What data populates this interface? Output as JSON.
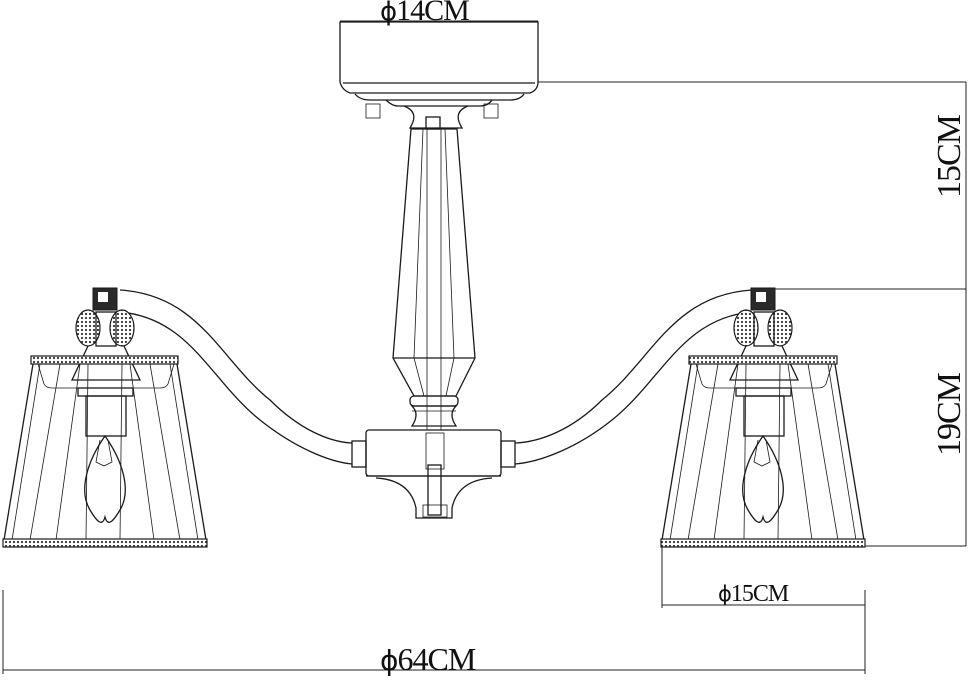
{
  "diagram": {
    "subject": "Three-arm chandelier technical drawing",
    "stroke_color": "#1a1a1a",
    "background_color": "#ffffff",
    "dimensions": {
      "canopy_diameter": {
        "symbol": "ϕ",
        "value": "14CM"
      },
      "canopy_to_arm_height": {
        "value": "15CM"
      },
      "arm_to_shade_bottom_height": {
        "value": "19CM"
      },
      "shade_diameter": {
        "symbol": "ϕ",
        "value": "15CM"
      },
      "overall_diameter": {
        "symbol": "ϕ",
        "value": "64CM"
      }
    },
    "components": [
      "ceiling-canopy",
      "central-stem",
      "hub",
      "curved-arm-left",
      "curved-arm-right",
      "lamp-shade-left",
      "lamp-shade-right",
      "candle-bulb-left",
      "candle-bulb-right"
    ]
  }
}
